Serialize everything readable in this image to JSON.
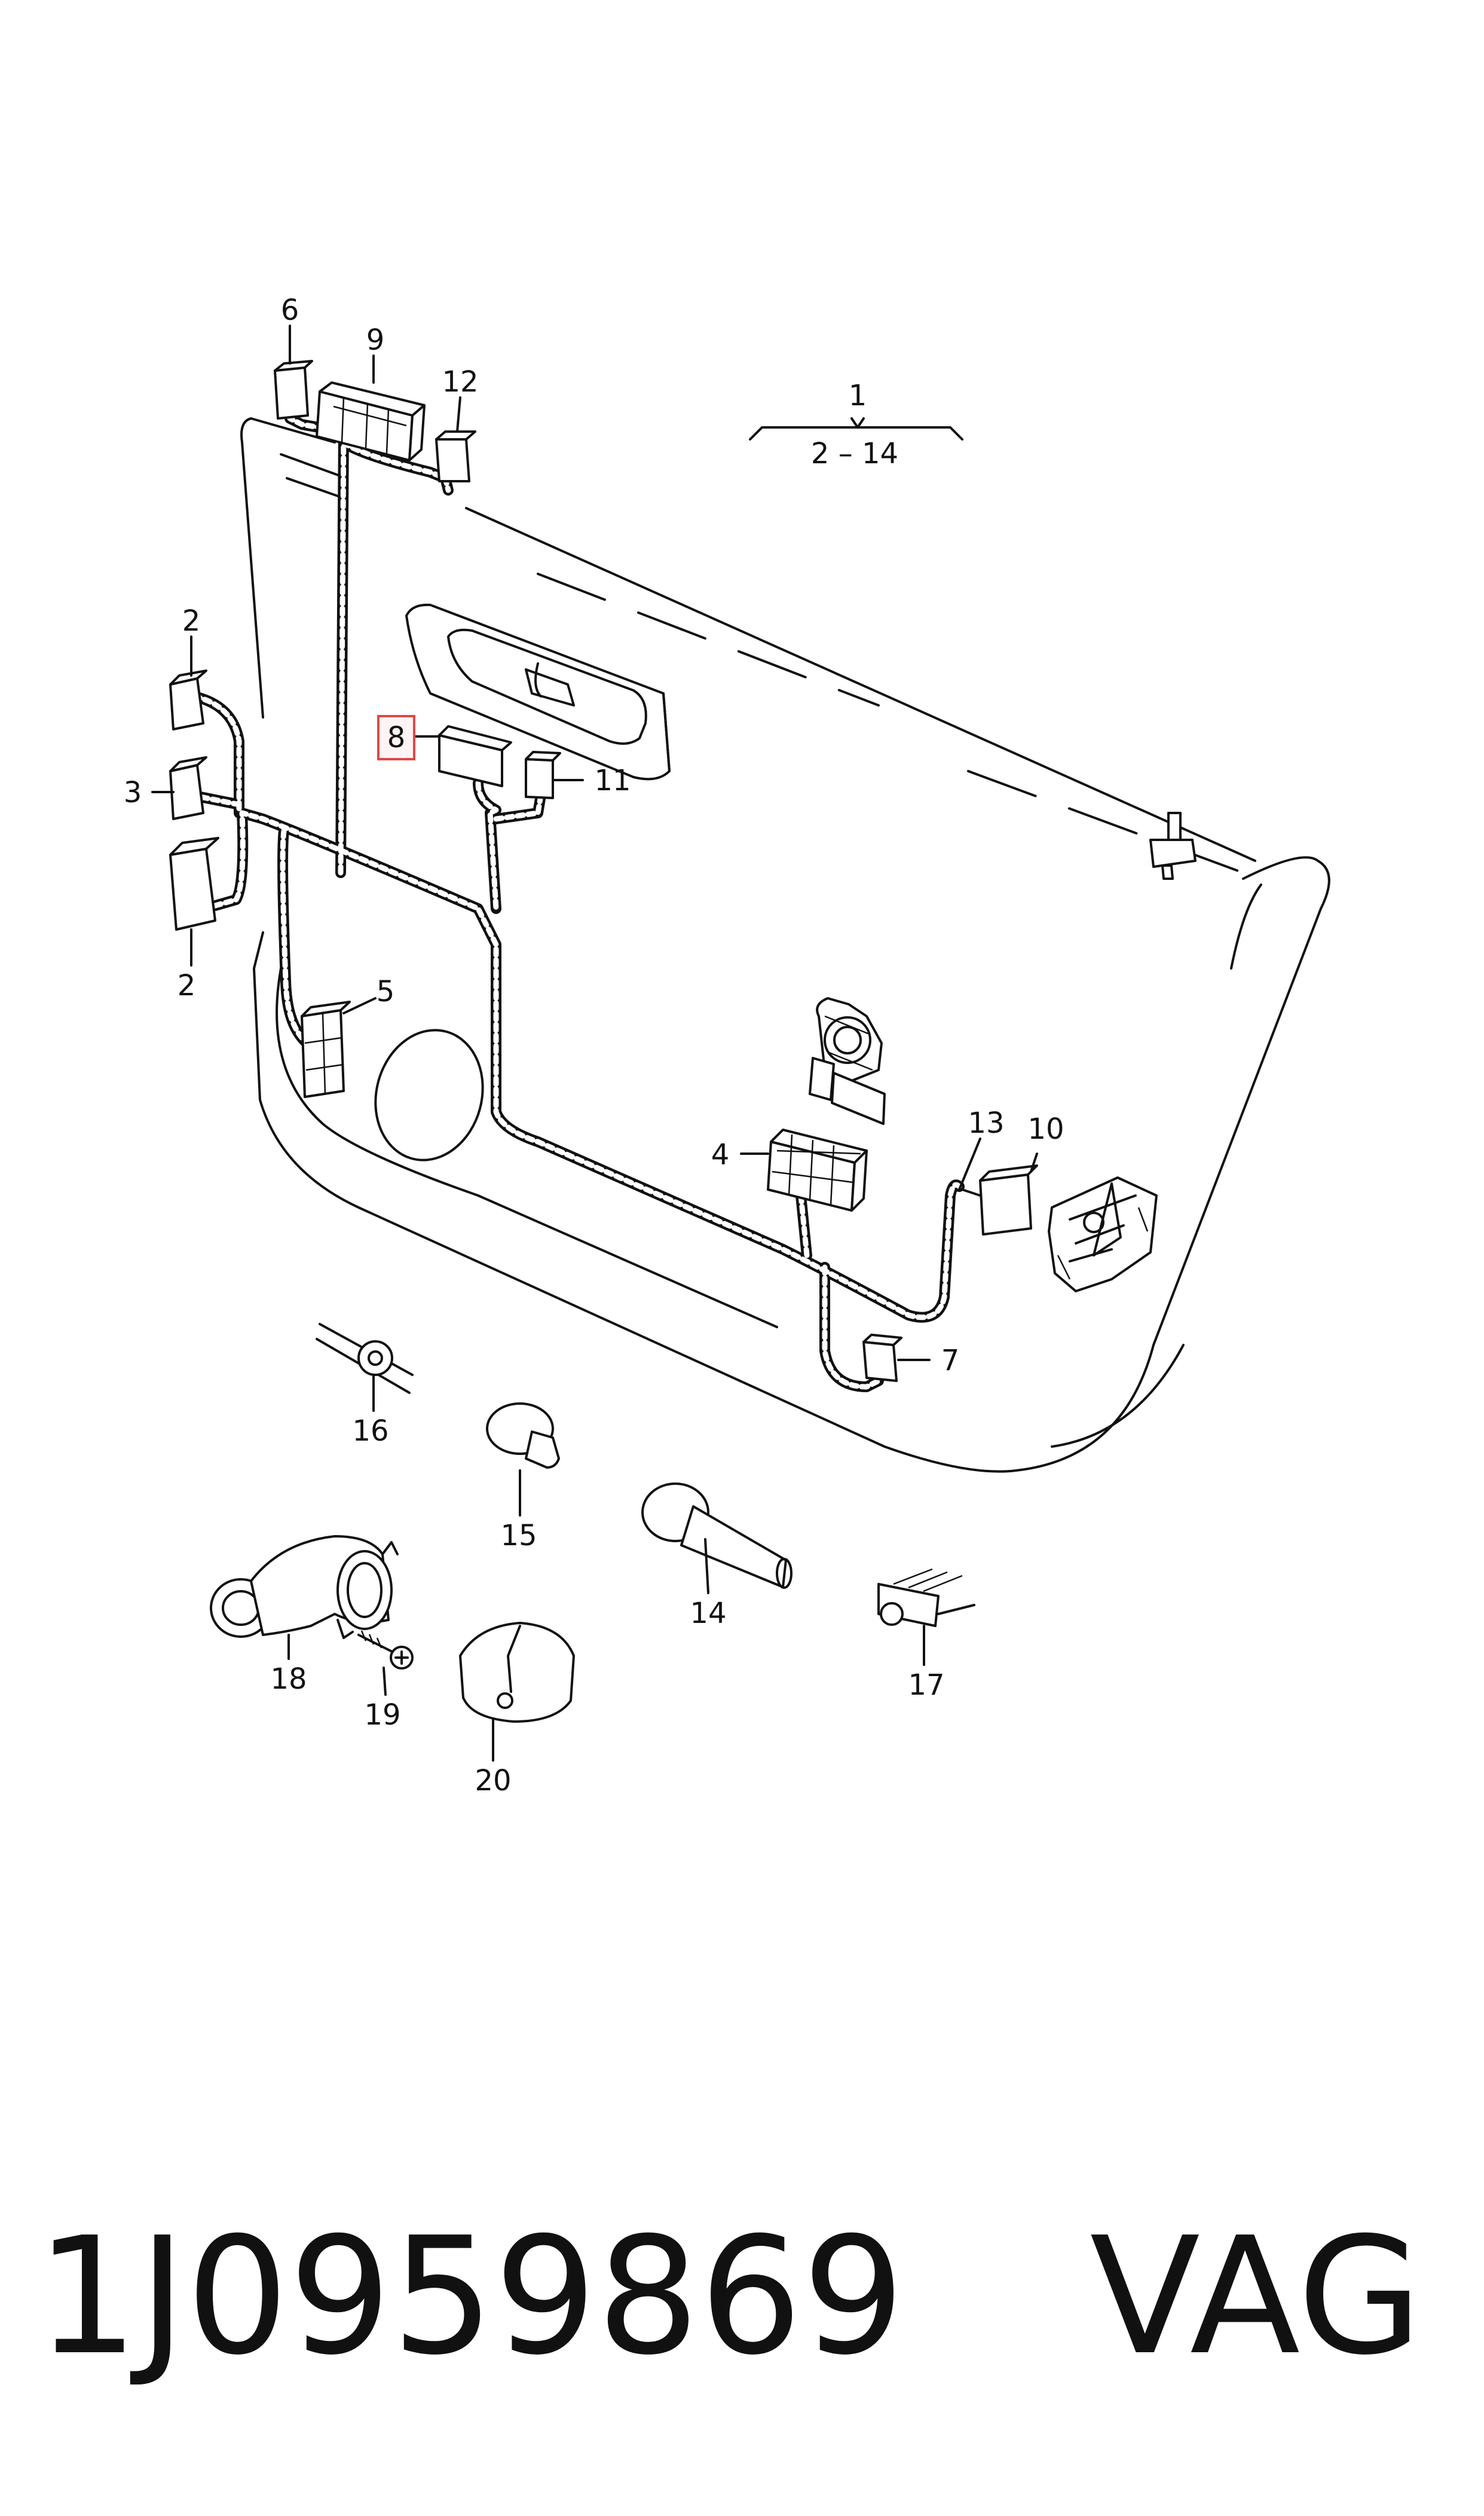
{
  "group": {
    "number": "1",
    "range": "2 – 14"
  },
  "callouts": {
    "c2a": "2",
    "c2b": "2",
    "c3": "3",
    "c4": "4",
    "c5": "5",
    "c6": "6",
    "c7": "7",
    "c8": "8",
    "c9": "9",
    "c10": "10",
    "c11": "11",
    "c12": "12",
    "c13": "13",
    "c14": "14",
    "c15": "15",
    "c16": "16",
    "c17": "17",
    "c18": "18",
    "c19": "19",
    "c20": "20"
  },
  "highlighted_callout": "8",
  "footer": {
    "part_number": "1J0959869",
    "brand": "VAG"
  }
}
